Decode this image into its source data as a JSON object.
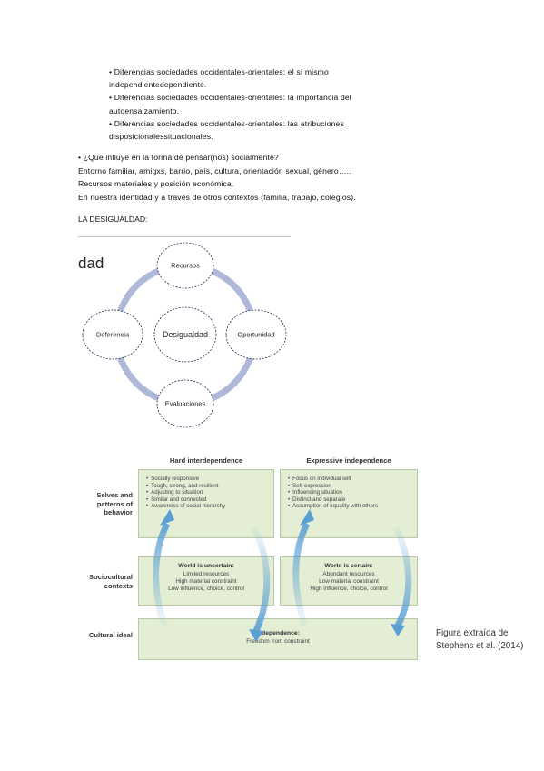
{
  "bullets": [
    "• Diferencias sociedades occidentales-orientales: el sí mismo",
    "independientedependiente.",
    "• Diferencias sociedades occidentales-orientales: la importancia del",
    "autoensalzamiento.",
    "• Diferencias sociedades occidentales-orientales: las atribuciones",
    "disposicionalessituacionales."
  ],
  "paragraph": [
    "• ¿Qué influye en la forma de pensar(nos) socialmente?",
    "Entorno familiar, amigxs, barrio, país, cultura, orientación sexual, género…..",
    "Recursos materiales y posición económica.",
    "En nuestra identidad y a través de otros contextos (familia, trabajo, colegios)."
  ],
  "heading": "LA DESIGUALDAD:",
  "cycle": {
    "partial_title": "dad",
    "center": "Desigualdad",
    "top": "Recursos",
    "right": "Oportunidad",
    "bottom": "Evaluaciones",
    "left": "Deferencia"
  },
  "figure": {
    "row_labels": {
      "selves": "Selves and patterns of behavior",
      "context": "Sociocultural contexts",
      "ideal": "Cultural ideal"
    },
    "left_title": "Hard interdependence",
    "right_title": "Expressive independence",
    "left_items": [
      "Socially responsive",
      "Tough, strong, and resilient",
      "Adjusting to situation",
      "Similar and connected",
      "Awareness of social hierarchy"
    ],
    "right_items": [
      "Focus on individual self",
      "Self-expression",
      "Influencing situation",
      "Distinct and separate",
      "Assumption of equality with others"
    ],
    "left_context": {
      "title": "World is uncertain:",
      "lines": [
        "Limited resources",
        "High material constraint",
        "Low influence, choice, control"
      ]
    },
    "right_context": {
      "title": "World is certain:",
      "lines": [
        "Abundant resources",
        "Low material constraint",
        "High influence, choice, control"
      ]
    },
    "ideal": {
      "title": "Independence:",
      "line": "Freedom from constraint"
    }
  },
  "caption": [
    "Figura extraída de",
    "Stephens et al. (2014)"
  ],
  "colors": {
    "ring": "#aeb8d8",
    "box": "#e3eed5",
    "arrow": "#5a9fd4"
  }
}
